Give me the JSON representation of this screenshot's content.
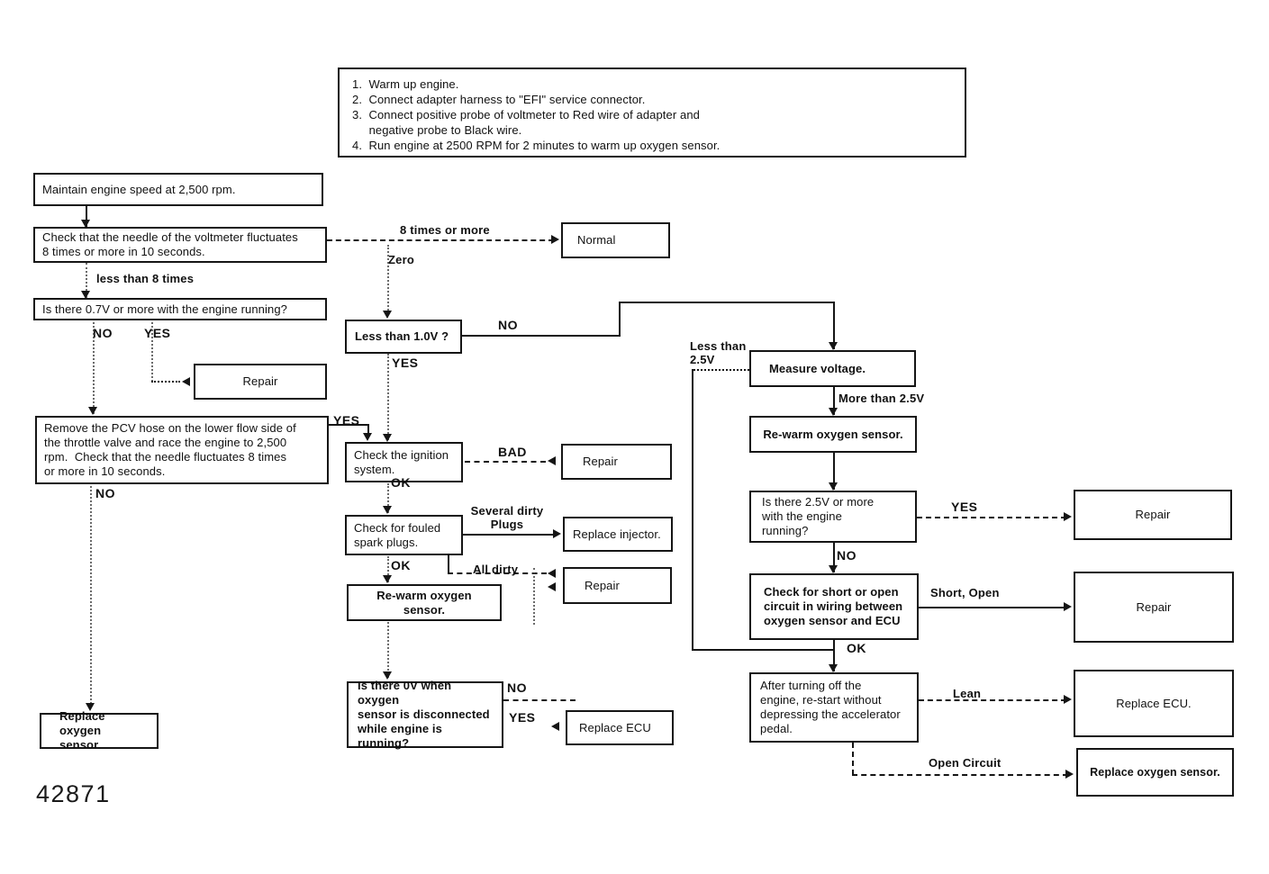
{
  "figure_number": "42871",
  "instructions": "1.  Warm up engine.\n2.  Connect adapter harness to \"EFI\" service connector.\n3.  Connect positive probe of voltmeter to Red wire of adapter and\n     negative probe to Black wire.\n4.  Run engine at 2500 RPM for 2 minutes to warm up oxygen sensor.",
  "nodes": {
    "maintain": "Maintain engine speed at 2,500 rpm.",
    "check_needle": "Check that the needle of the voltmeter fluctuates\n8 times or more in 10 seconds.",
    "is_07v": "Is there 0.7V or more with the engine running?",
    "repair_left": "Repair",
    "pcv": "Remove the PCV hose on the lower flow side of\nthe throttle valve and race the engine to 2,500\nrpm.  Check that the needle fluctuates 8 times\nor more in 10 seconds.",
    "replace_o2_left": "Replace oxygen\nsensor.",
    "normal": "Normal",
    "less_10v": "Less than 1.0V ?",
    "ignition": "Check the ignition\nsystem.",
    "repair_bad": "Repair",
    "fouled_plugs": "Check for fouled\nspark plugs.",
    "replace_injector": "Replace injector.",
    "repair_all_dirty": "Repair",
    "rewarm_mid": "Re-warm oxygen sensor.",
    "is_0v": "Is there 0V when oxygen\nsensor is disconnected\nwhile engine is running?",
    "replace_ecu_mid": "Replace ECU",
    "measure_voltage": "Measure voltage.",
    "rewarm_right": "Re-warm oxygen sensor.",
    "is_25v": "Is there 2.5V or more\nwith the engine\nrunning?",
    "repair_yes_25v": "Repair",
    "short_open_check": "Check for short or open\ncircuit in wiring between\noxygen sensor and ECU",
    "repair_short_open": "Repair",
    "after_restart": "After turning off the\nengine, re-start without\ndepressing the accelerator\npedal.",
    "replace_ecu_right": "Replace ECU.",
    "replace_o2_right": "Replace oxygen sensor."
  },
  "labels": {
    "less_than_8_times": "less than 8 times",
    "eight_times_or_more": "8 times or more",
    "zero": "Zero",
    "no": "NO",
    "yes": "YES",
    "ok": "OK",
    "bad": "BAD",
    "several_dirty_plugs": "Several dirty\nPlugs",
    "all_dirty": "All dirty",
    "less_than_25v": "Less than\n2.5V",
    "more_than_25v": "More than 2.5V",
    "short_open": "Short, Open",
    "lean": "Lean",
    "open_circuit": "Open Circuit"
  },
  "colors": {
    "ink": "#151515",
    "paper": "#ffffff"
  }
}
